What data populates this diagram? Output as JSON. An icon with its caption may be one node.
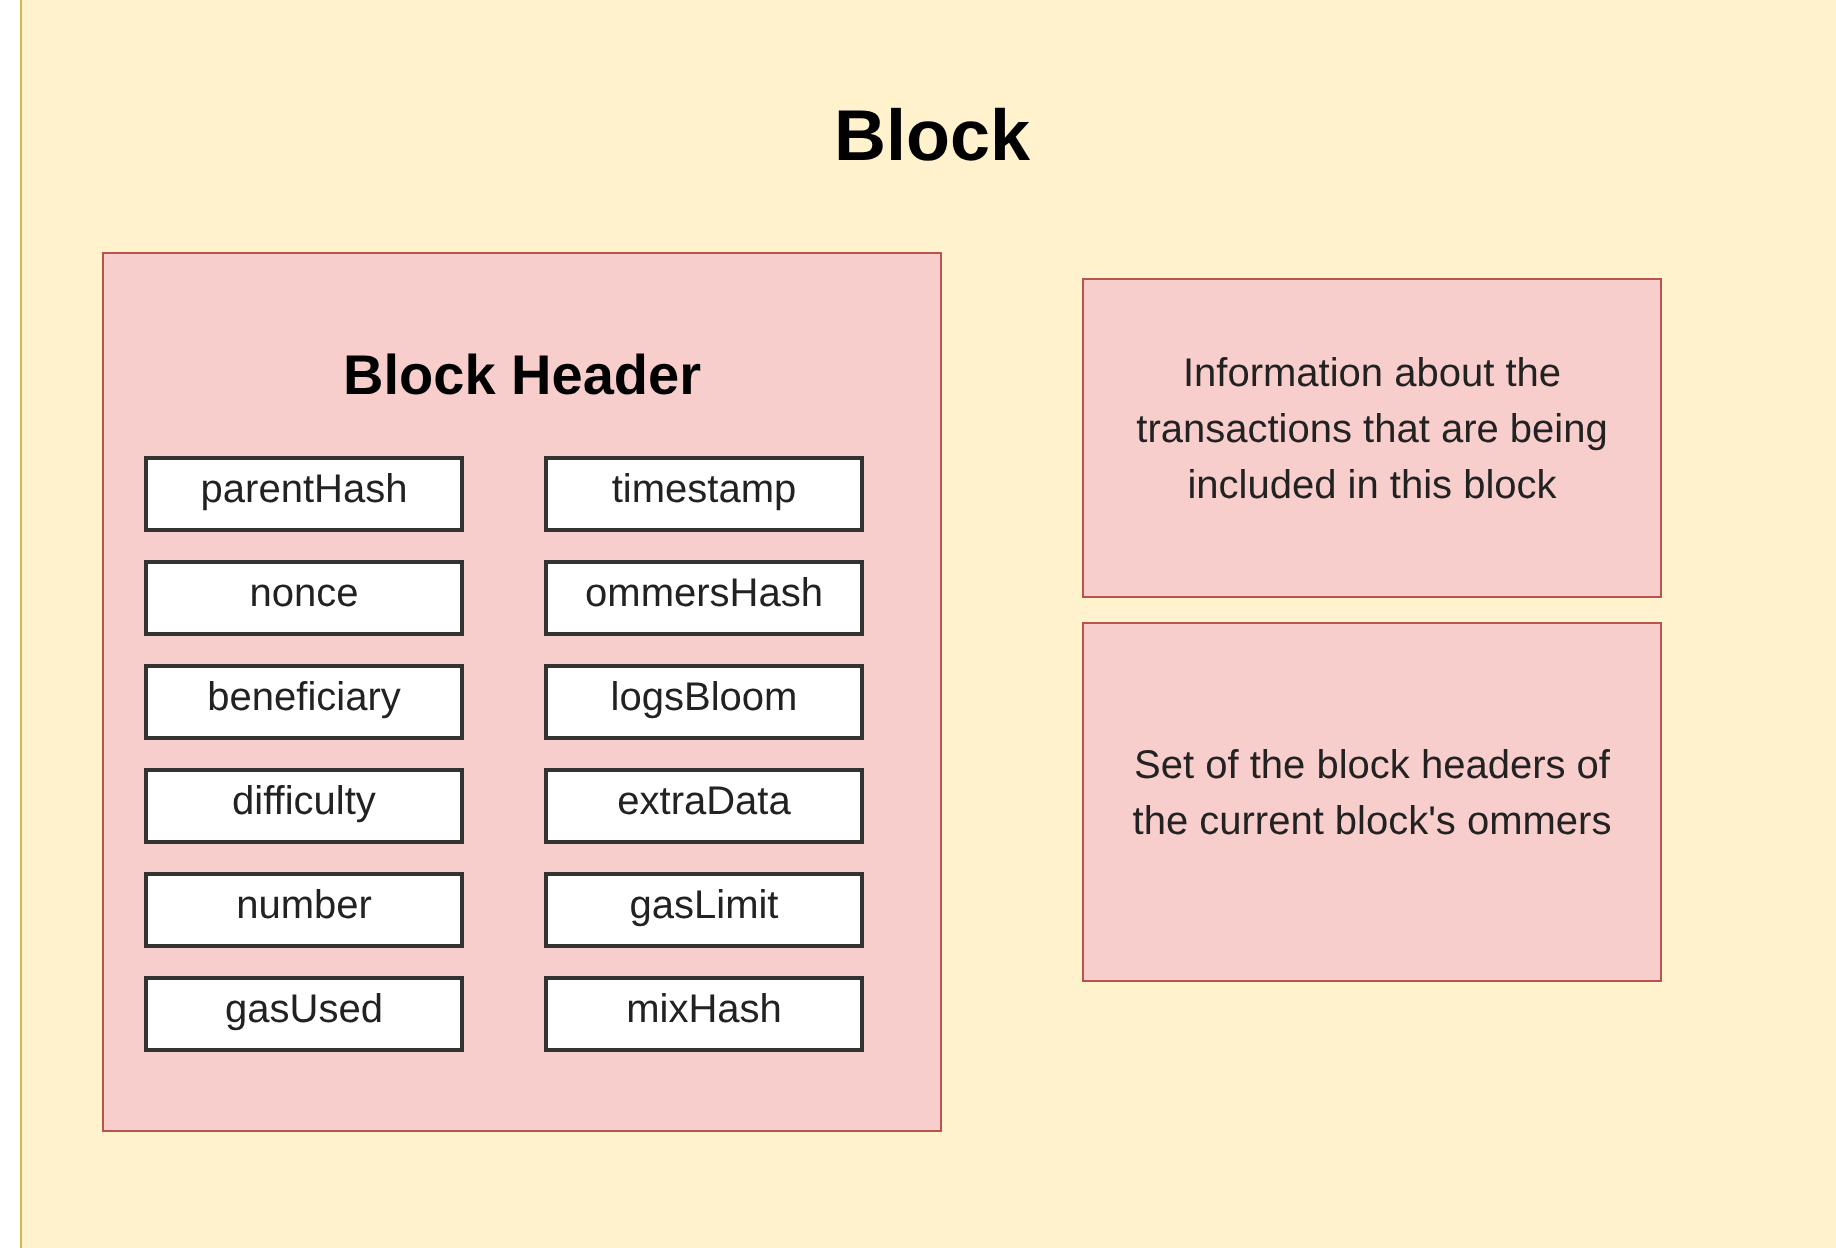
{
  "diagram": {
    "nodes": [
      {
        "text": [
          "Block"
        ]
      },
      {
        "text": [
          "Block Header"
        ],
        "in": 0
      },
      {
        "text": [
          "parentHash"
        ],
        "in": 1
      },
      {
        "text": [
          "timestamp"
        ],
        "in": 1
      },
      {
        "text": [
          "nonce"
        ],
        "in": 1
      },
      {
        "text": [
          "ommersHash"
        ],
        "in": 1
      },
      {
        "text": [
          "beneficiary"
        ],
        "in": 1
      },
      {
        "text": [
          "logsBloom"
        ],
        "in": 1
      },
      {
        "text": [
          "difficulty"
        ],
        "in": 1
      },
      {
        "text": [
          "extraData"
        ],
        "in": 1
      },
      {
        "text": [
          "number"
        ],
        "in": 1
      },
      {
        "text": [
          "gasLimit"
        ],
        "in": 1
      },
      {
        "text": [
          "gasUsed"
        ],
        "in": 1
      },
      {
        "text": [
          "mixHash"
        ],
        "in": 1
      },
      {
        "text": [
          "Information about the transactions that are being included in this block"
        ],
        "in": 0
      },
      {
        "text": [
          "Set of the block headers of the current block's ommers"
        ],
        "in": 0
      }
    ]
  }
}
